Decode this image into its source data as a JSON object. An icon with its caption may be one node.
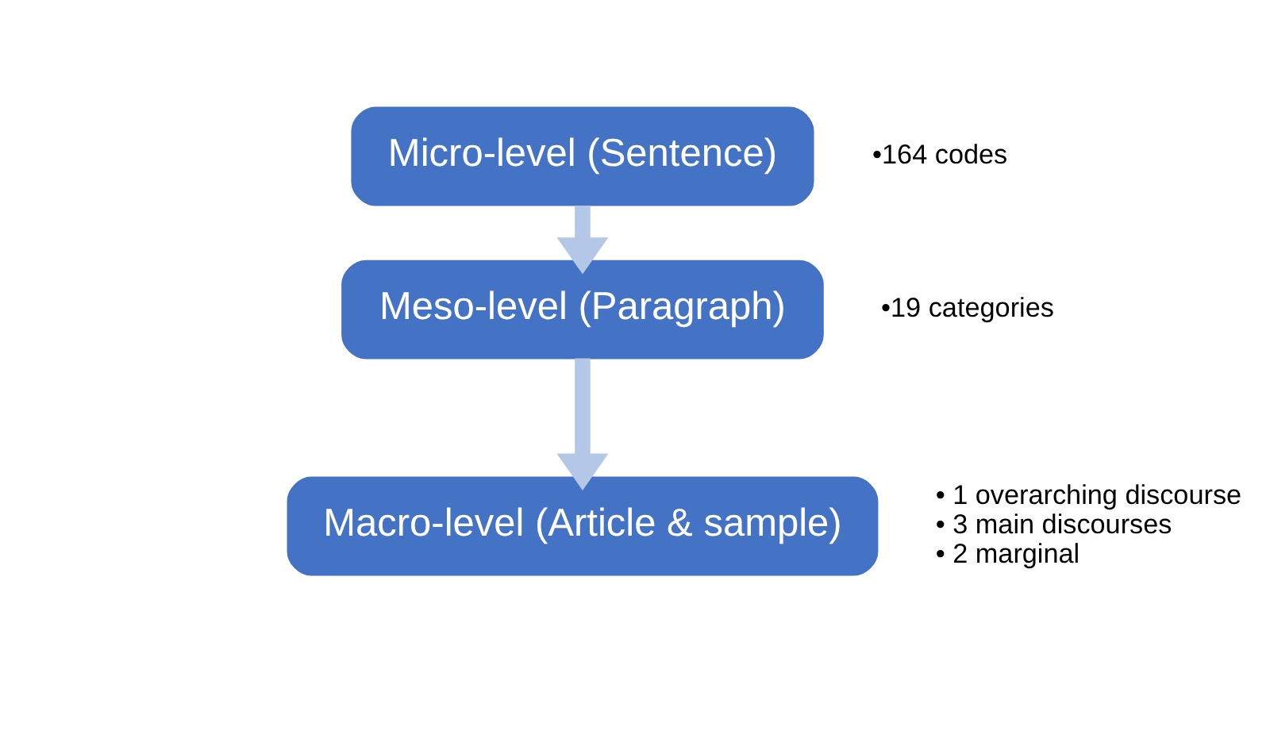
{
  "diagram": {
    "nodes": [
      {
        "text": [
          "Micro-level (Sentence)"
        ],
        "beside": [
          "•164 codes"
        ]
      },
      {
        "text": [
          "Meso-level (Paragraph)"
        ],
        "beside": [
          "•19 categories"
        ]
      },
      {
        "text": [
          "Macro-level (Article & sample)"
        ],
        "beside": [
          "• 1 overarching discourse",
          "• 3 main discourses",
          "• 2 marginal"
        ]
      }
    ],
    "edges": [
      {
        "from": 0,
        "to": 1,
        "arrow": "to"
      },
      {
        "from": 1,
        "to": 2,
        "arrow": "to"
      }
    ]
  }
}
